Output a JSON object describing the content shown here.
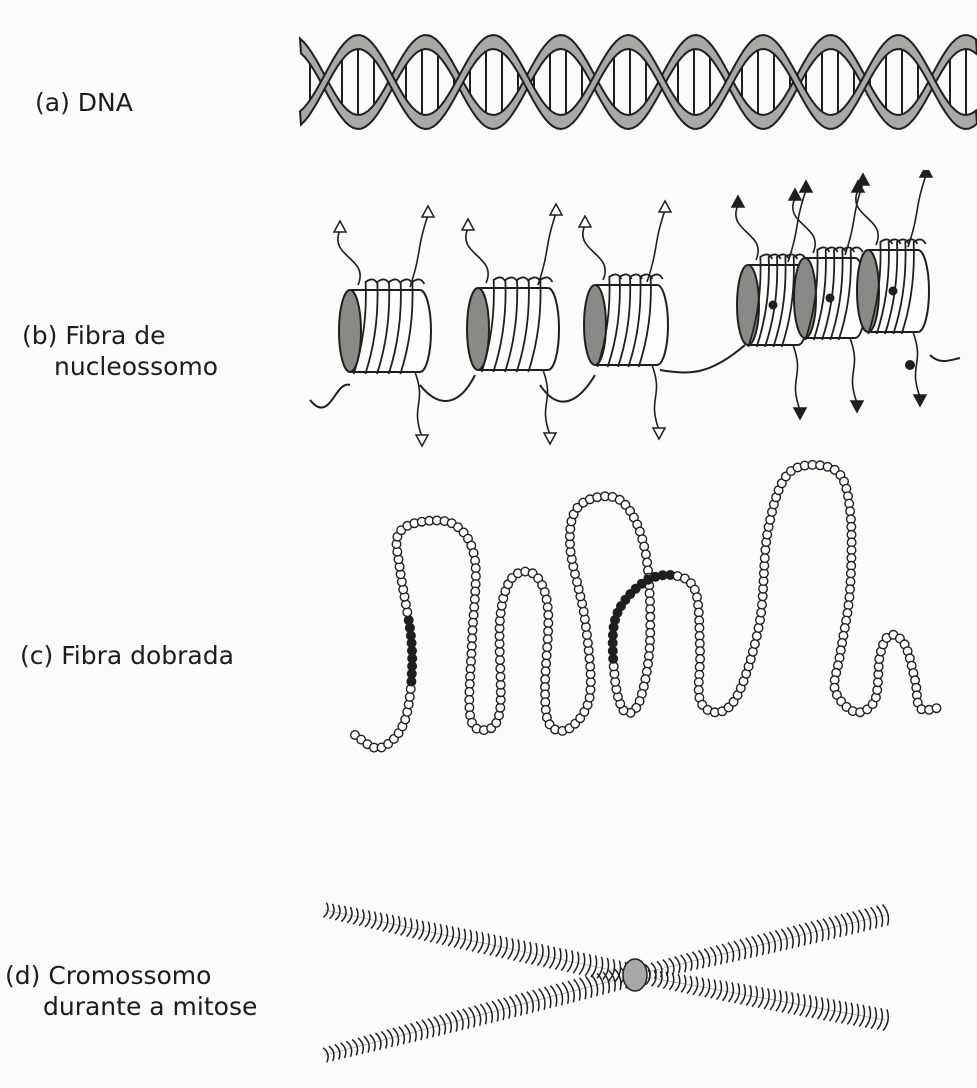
{
  "panels": [
    {
      "id": "a",
      "lines": [
        "(a) DNA"
      ]
    },
    {
      "id": "b",
      "lines": [
        "(b) Fibra de",
        "nucleossomo"
      ]
    },
    {
      "id": "c",
      "lines": [
        "(c) Fibra dobrada"
      ]
    },
    {
      "id": "d",
      "lines": [
        "(d) Cromossomo",
        "durante a mitose"
      ]
    }
  ],
  "colors": {
    "ink": "#1f1f1f",
    "strand_fill": "#a9a8a4",
    "strand_light": "#e2e1dd",
    "disc_fill": "#8a8986",
    "background": "#fbfbf9"
  },
  "icons": {
    "dna": "double-helix",
    "nucleosome": "histone-spool",
    "fiber": "bead-chain",
    "chromosome": "chromatid-pair"
  }
}
